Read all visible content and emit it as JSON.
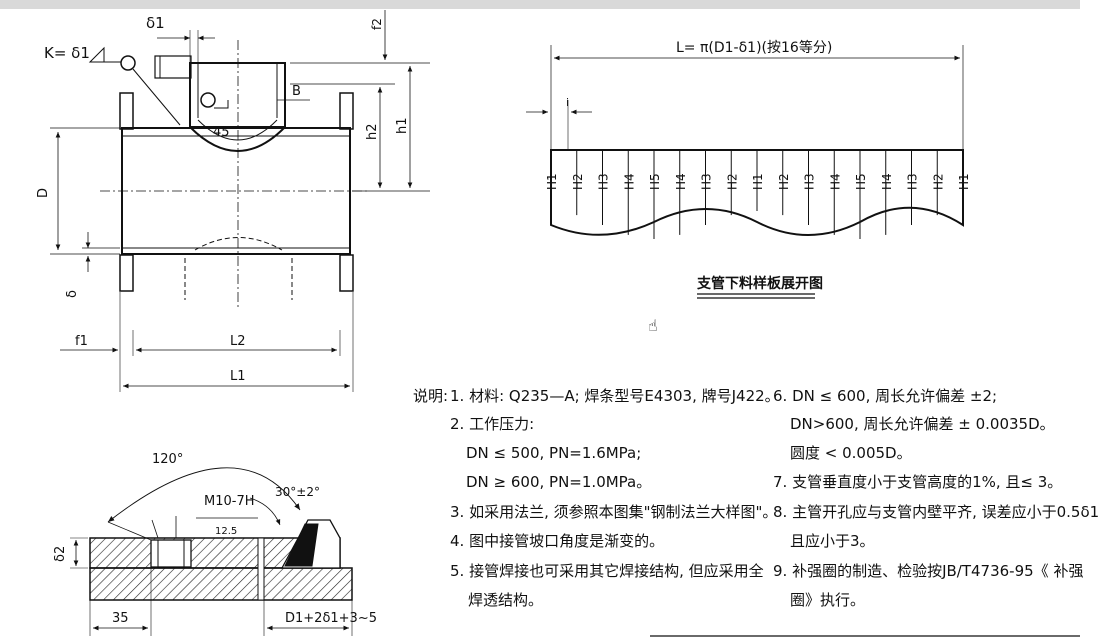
{
  "labels": {
    "k_weld": "K= δ1",
    "delta1_top": "δ1",
    "f2": "f2",
    "B": "B",
    "angle45": "45",
    "h2": "h2",
    "h1": "h1",
    "D": "D",
    "delta": "δ",
    "f1": "f1",
    "L2": "L2",
    "L1": "L1",
    "angle120": "120°",
    "thread": "M10-7H",
    "roughness": "12.5",
    "bevel": "30°±2°",
    "delta2": "δ2",
    "dim35": "35",
    "width_formula": "D1+2δ1+3~5",
    "dev_length": "L= π(D1-δ1)(按16等分)",
    "dev_i": "i",
    "dev_title": "支管下料样板展开图"
  },
  "development_cells": [
    "H1",
    "H2",
    "H3",
    "H4",
    "H5",
    "H4",
    "H3",
    "H2",
    "H1",
    "H2",
    "H3",
    "H4",
    "H5",
    "H4",
    "H3",
    "H2",
    "H1"
  ],
  "notes": {
    "prefix": "说明:",
    "n1": "1. 材料: Q235—A; 焊条型号E4303, 牌号J422。",
    "n2": "2. 工作压力:",
    "n2a": "DN ≤ 500, PN=1.6MPa;",
    "n2b": "DN ≥ 600, PN=1.0MPa。",
    "n3": "3. 如采用法兰, 须参照本图集\"钢制法兰大样图\"。",
    "n4": "4. 图中接管坡口角度是渐变的。",
    "n5a": "5. 接管焊接也可采用其它焊接结构, 但应采用全",
    "n5b": "焊透结构。",
    "n6a": "6. DN ≤ 600, 周长允许偏差 ±2;",
    "n6b": "DN>600, 周长允许偏差 ± 0.0035D。",
    "n6c": "圆度 < 0.005D。",
    "n7": "7. 支管垂直度小于支管高度的1%, 且≤ 3。",
    "n8a": "8. 主管开孔应与支管内壁平齐, 误差应小于0.5δ1",
    "n8b": "且应小于3。",
    "n9a": "9. 补强圈的制造、检验按JB/T4736-95《 补强",
    "n9b": "圈》执行。"
  },
  "icons": {
    "cursor": "hand-cursor-icon"
  }
}
